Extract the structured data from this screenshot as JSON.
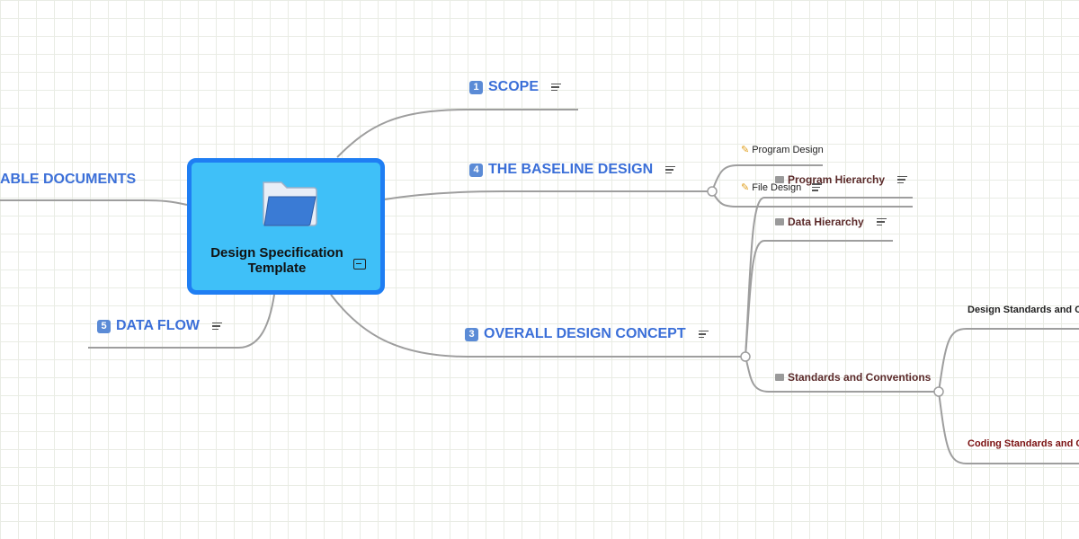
{
  "central": {
    "title_line1": "Design Specification",
    "title_line2": "Template"
  },
  "topics": {
    "scope": {
      "num": "1",
      "label": "SCOPE"
    },
    "baseline": {
      "num": "4",
      "label": "THE BASELINE DESIGN"
    },
    "overall": {
      "num": "3",
      "label": "OVERALL DESIGN CONCEPT"
    },
    "dataflow": {
      "num": "5",
      "label": "DATA FLOW"
    },
    "documents": {
      "label": "ABLE DOCUMENTS"
    }
  },
  "baseline_children": [
    "Program Design",
    "File Design"
  ],
  "overall_children": {
    "program_hierarchy": "Program Hierarchy",
    "data_hierarchy": "Data Hierarchy",
    "standards": "Standards and Conventions"
  },
  "standards_children": {
    "design": "Design Standards and C",
    "coding": "Coding Standards and C"
  },
  "colors": {
    "topic": "#3b6fd8",
    "center_fill": "#3fc0f8",
    "center_border": "#1f7ef3",
    "connector": "#9a9a9a"
  }
}
